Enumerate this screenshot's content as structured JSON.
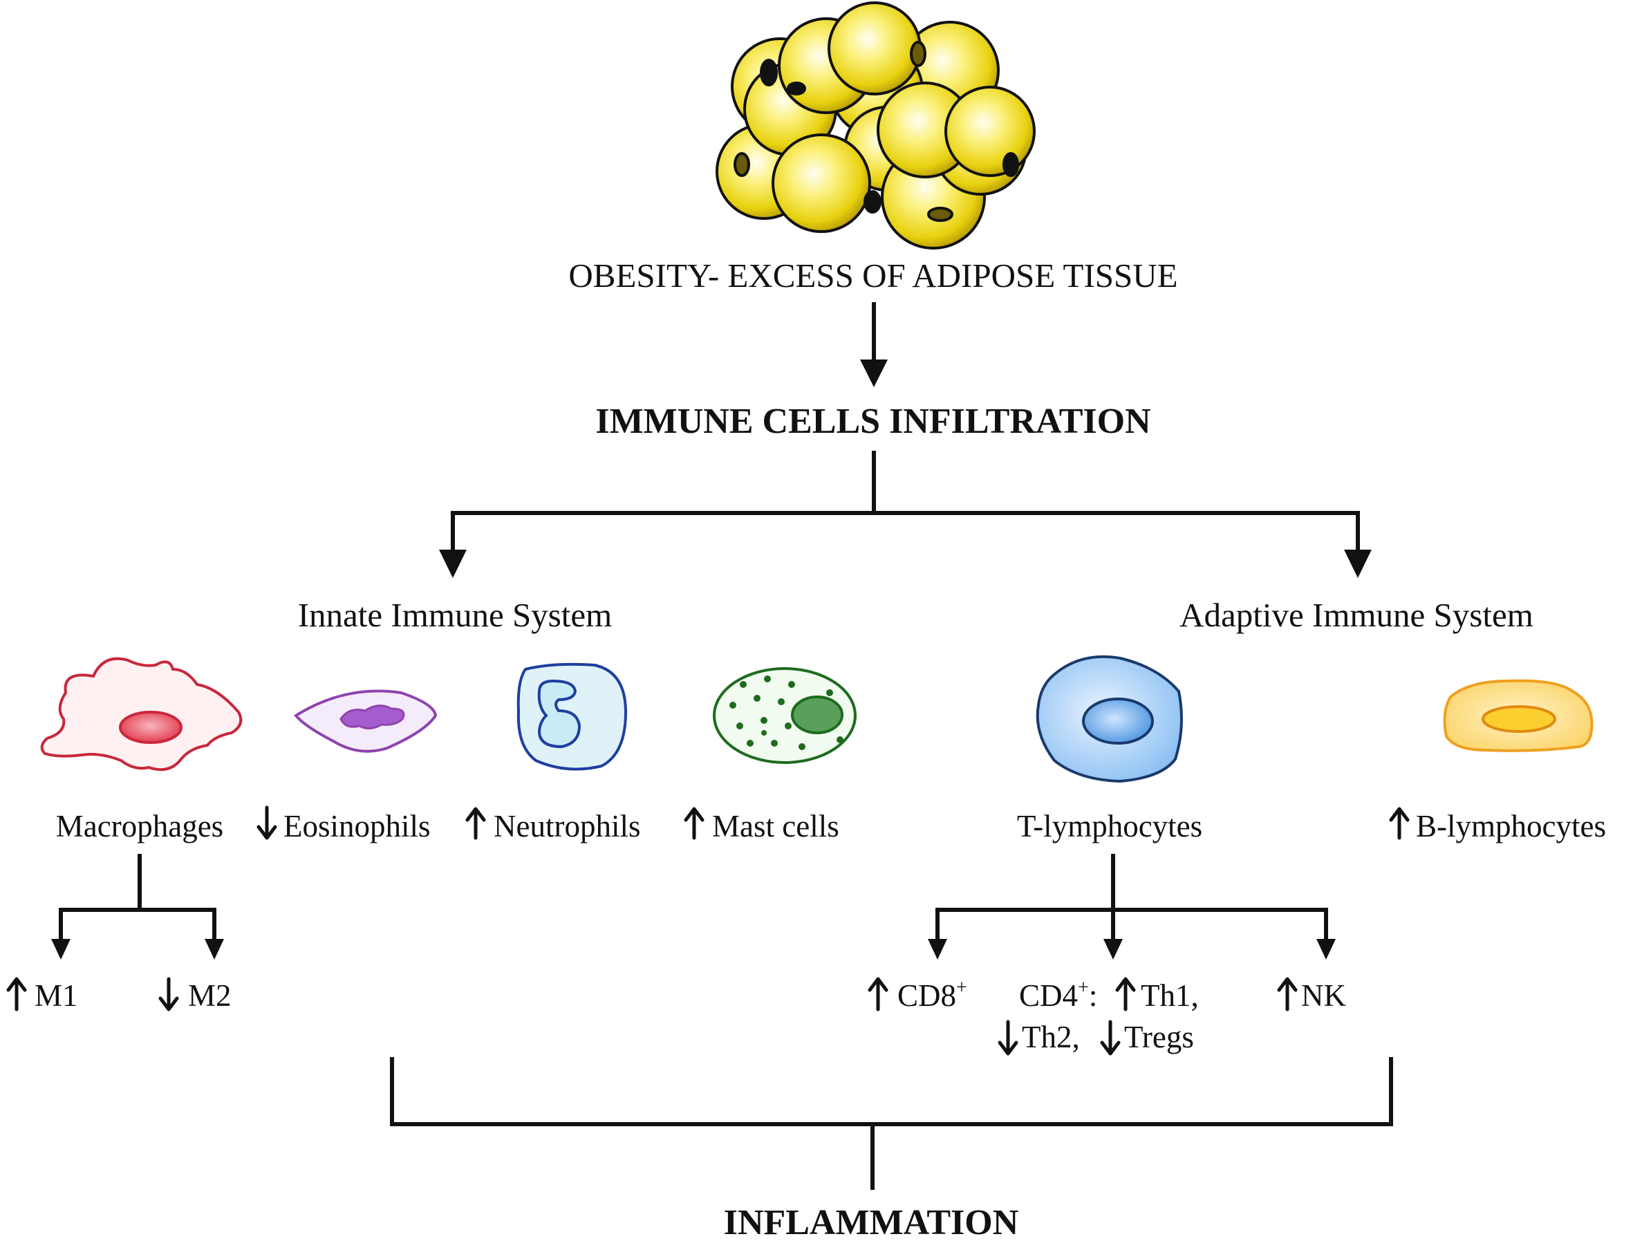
{
  "top_label": "OBESITY- EXCESS OF ADIPOSE TISSUE",
  "middle_label": "IMMUNE CELLS INFILTRATION",
  "bottom_label": "INFLAMMATION",
  "innate": {
    "title": "Innate Immune System",
    "cells": [
      {
        "label": "Macrophages",
        "trend": ""
      },
      {
        "label": "Eosinophils",
        "trend": "down"
      },
      {
        "label": "Neutrophils",
        "trend": "up"
      },
      {
        "label": "Mast cells",
        "trend": "up"
      }
    ],
    "macrophage_subtypes": [
      {
        "label": "M1",
        "trend": "up"
      },
      {
        "label": "M2",
        "trend": "down"
      }
    ]
  },
  "adaptive": {
    "title": "Adaptive Immune System",
    "cells": [
      {
        "label": "T-lymphocytes",
        "trend": ""
      },
      {
        "label": "B-lymphocytes",
        "trend": "up"
      }
    ],
    "t_subtypes": {
      "cd8": "CD8",
      "cd8_sup": "+",
      "cd4": "CD4",
      "cd4_sup": "+",
      "cd4_colon": ":",
      "th1": "Th1,",
      "th2": "Th2,",
      "tregs": "Tregs",
      "nk": "NK"
    }
  },
  "colors": {
    "adipocyte_fill": "#f2df1c",
    "adipocyte_highlight": "#fffbe0",
    "macrophage": "#c8283c",
    "eosinophil": "#8e44ad",
    "neutrophil": "#1e3fa0",
    "mast_cell": "#1e6b1e",
    "t_cell": "#5a9de6",
    "b_cell": "#f0a020"
  }
}
